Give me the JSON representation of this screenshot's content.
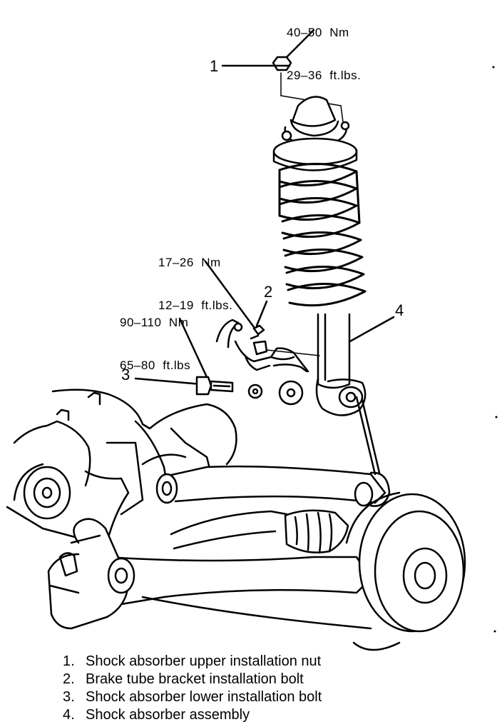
{
  "torque_specs": {
    "upper_nut": {
      "nm": "40–50  Nm",
      "ftlbs": "29–36  ft.lbs."
    },
    "bracket_bolt": {
      "nm": "17–26  Nm",
      "ftlbs": "12–19  ft.lbs."
    },
    "lower_bolt": {
      "nm": "90–110  Nm",
      "ftlbs": "65–80  ft.lbs"
    }
  },
  "callouts": [
    "1",
    "2",
    "3",
    "4"
  ],
  "legend": [
    {
      "num": "1.",
      "text": "Shock absorber upper installation nut"
    },
    {
      "num": "2.",
      "text": "Brake tube bracket installation bolt"
    },
    {
      "num": "3.",
      "text": "Shock absorber lower installation bolt"
    },
    {
      "num": "4.",
      "text": "Shock absorber assembly"
    }
  ]
}
